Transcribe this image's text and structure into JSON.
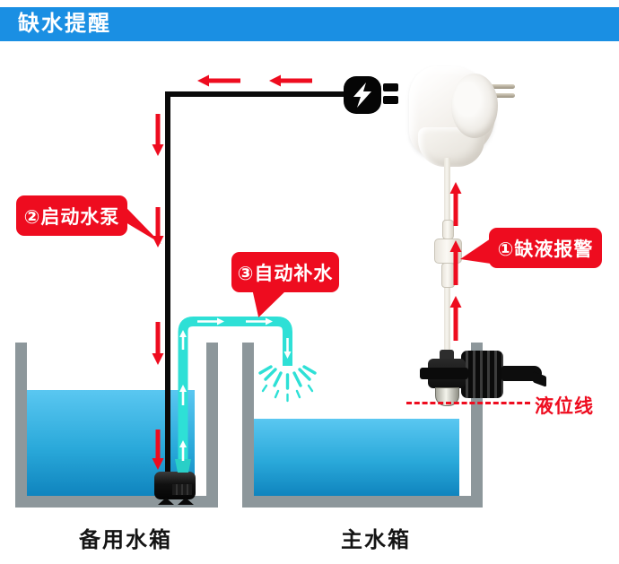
{
  "header": {
    "title": "缺水提醒"
  },
  "callouts": {
    "alarm": {
      "label": "①缺液报警"
    },
    "pump_start": {
      "label": "②启动水泵"
    },
    "auto_refill": {
      "label": "③自动补水"
    }
  },
  "tanks": {
    "backup": {
      "label": "备用水箱"
    },
    "main": {
      "label": "主水箱"
    }
  },
  "annotations": {
    "liquid_level_line": {
      "label": "液位线"
    }
  },
  "icons": {
    "power_plug": "power-plug-icon",
    "socket_device": "wall-socket-device",
    "float_sensor": "float-level-sensor",
    "water_pump": "submersible-pump",
    "water_pipe": "refill-pipe",
    "spray": "water-spray"
  },
  "colors": {
    "header_bg": "#1a8fe3",
    "accent_red": "#ee0c1f",
    "pipe_cyan": "#2ee0d6",
    "water_top": "#5ac7f1",
    "water_bottom": "#0f84be",
    "tank_wall": "#8d979b"
  }
}
